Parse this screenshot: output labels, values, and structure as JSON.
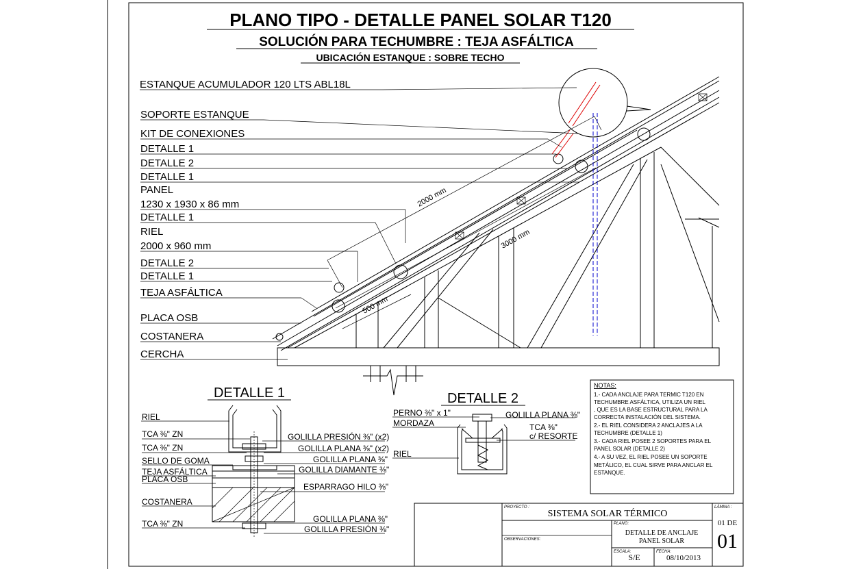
{
  "title": {
    "main": "PLANO TIPO - DETALLE PANEL SOLAR T120",
    "sub": "SOLUCIÓN PARA TECHUMBRE : TEJA ASFÁLTICA",
    "location": "UBICACIÓN ESTANQUE : SOBRE TECHO"
  },
  "labels": [
    "ESTANQUE ACUMULADOR 120 LTS ABL18L",
    "SOPORTE ESTANQUE",
    "KIT DE CONEXIONES",
    "DETALLE 1",
    "DETALLE 2",
    "DETALLE 1",
    "PANEL",
    "1230 x 1930 x 86 mm",
    "DETALLE 1",
    "RIEL",
    "2000 x 960 mm",
    "DETALLE 2",
    "DETALLE 1",
    "TEJA ASFÁLTICA",
    "PLACA OSB",
    "COSTANERA",
    "CERCHA"
  ],
  "dimensions": {
    "d1": "2000 mm",
    "d2": "3000 mm",
    "d3": "500 mm"
  },
  "detalle1": {
    "title": "DETALLE 1",
    "left_labels": [
      "RIEL",
      "TCA ⅜\" ZN",
      "TCA ⅜\" ZN",
      "SELLO DE GOMA",
      "TEJA ASFÁLTICA",
      "PLACA OSB",
      "COSTANERA",
      "TCA ⅜\" ZN"
    ],
    "right_labels": [
      "GOLILLA PRESIÓN ⅜\" (x2)",
      "GOLILLA PLANA ⅜\" (x2)",
      "GOLILLA PLANA ⅜\"",
      "GOLILLA DIAMANTE ⅜\"",
      "ESPARRAGO HILO ⅜\"",
      "GOLILLA PLANA ⅜\"",
      "GOLILLA PRESIÓN ⅜\""
    ]
  },
  "detalle2": {
    "title": "DETALLE 2",
    "labels": [
      "PERNO ⅜\" x 1\"",
      "MORDAZA",
      "GOLILLA PLANA ⅜\"",
      "TCA ⅜\"",
      "c/ RESORTE",
      "RIEL"
    ]
  },
  "notes": {
    "title": "NOTAS:",
    "lines": [
      "1.- CADA ANCLAJE PARA TERMIC T120 EN",
      "TECHUMBRE ASFÁLTICA, UTILIZA UN RIEL",
      ", QUE ES LA BASE ESTRUCTURAL PARA LA",
      "CORRECTA INSTALACIÓN DEL SISTEMA.",
      "2.- EL RIEL CONSIDERA 2 ANCLAJES A LA",
      "TECHUMBRE (DETALLE 1)",
      "3.- CADA RIEL POSEE 2 SOPORTES PARA EL",
      "PANEL SOLAR (DETALLE 2)",
      "4.- A SU VEZ, EL RIEL POSEE UN SOPORTE",
      "METÁLICO, EL CUAL SIRVE PARA ANCLAR EL",
      "ESTANQUE."
    ]
  },
  "titleblock": {
    "proyecto_label": "PROYECTO :",
    "proyecto": "SISTEMA SOLAR TÉRMICO",
    "lamina_label": "LÁMINA :",
    "plano_label": "PLANO:",
    "plano_l1": "DETALLE DE ANCLAJE",
    "plano_l2": "PANEL SOLAR",
    "obs_label": "OBSERVACIONES:",
    "escala_label": "ESCALA:",
    "escala": "S/E",
    "fecha_label": "FECHA:",
    "fecha": "08/10/2013",
    "sheet_of": "01 DE",
    "sheet_num": "01"
  }
}
